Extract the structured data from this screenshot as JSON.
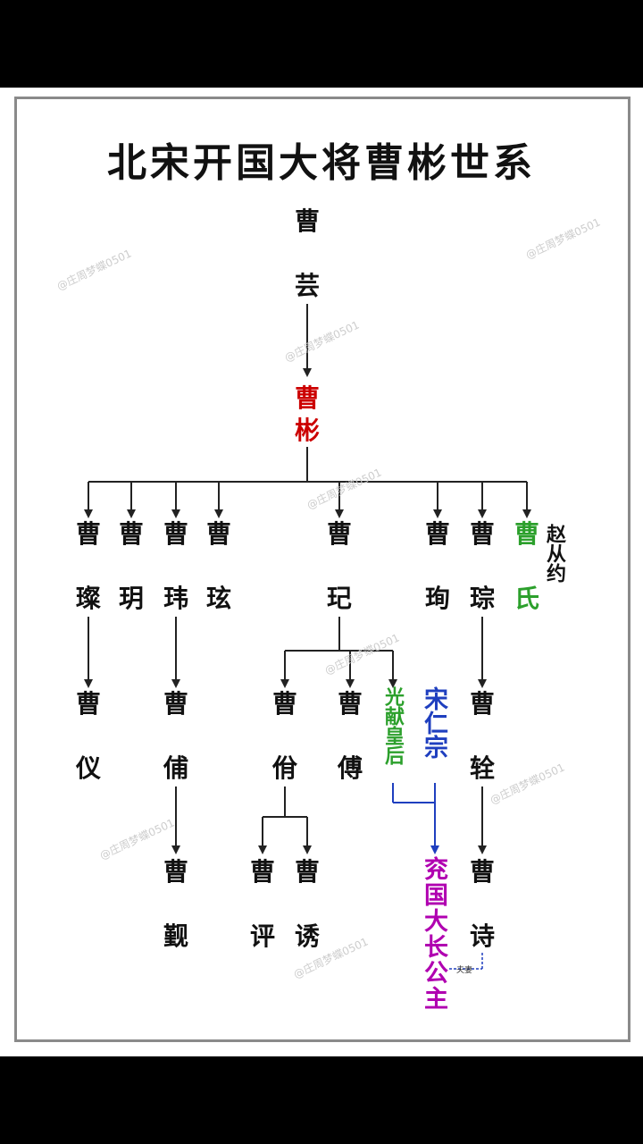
{
  "title": "北宋开国大将曹彬世系",
  "nodes": {
    "yun_sur": "曹",
    "yun_name": "芸",
    "bin_sur": "曹",
    "bin_name": "彬",
    "can_sur": "曹",
    "can_name": "璨",
    "yu_sur": "曹",
    "yu_name": "玥",
    "wei_sur": "曹",
    "wei_name": "玮",
    "xuan_sur": "曹",
    "xuan_name": "玹",
    "qi_sur": "曹",
    "qi_name": "玘",
    "xun_sur": "曹",
    "xun_name": "珣",
    "cong_sur": "曹",
    "cong_name": "琮",
    "shi_sur": "曹",
    "shi_name": "氏",
    "spouse_zhao": "赵从约",
    "yi_sur": "曹",
    "yi_name": "仪",
    "fu_sur": "曹",
    "fu_name": "俌",
    "yi2_sur": "曹",
    "yi2_name": "佾",
    "fu2_sur": "曹",
    "fu2_name": "傅",
    "guangxian": "光献皇后",
    "renzong": "宋仁宗",
    "quan_sur": "曹",
    "quan_name": "辁",
    "gou_sur": "曹",
    "gou_name": "觐",
    "ping_sur": "曹",
    "ping_name": "评",
    "you_sur": "曹",
    "you_name": "诱",
    "yanguo": "兖国大长公主",
    "shi2_sur": "曹",
    "shi2_name": "诗",
    "fuqi_label": "夫妻"
  },
  "watermark": "@庄周梦蝶0501",
  "colors": {
    "red": "#cc0000",
    "green": "#2ca02c",
    "blue": "#1f3fbf",
    "magenta": "#b000b0",
    "black": "#111111",
    "line": "#222222"
  }
}
